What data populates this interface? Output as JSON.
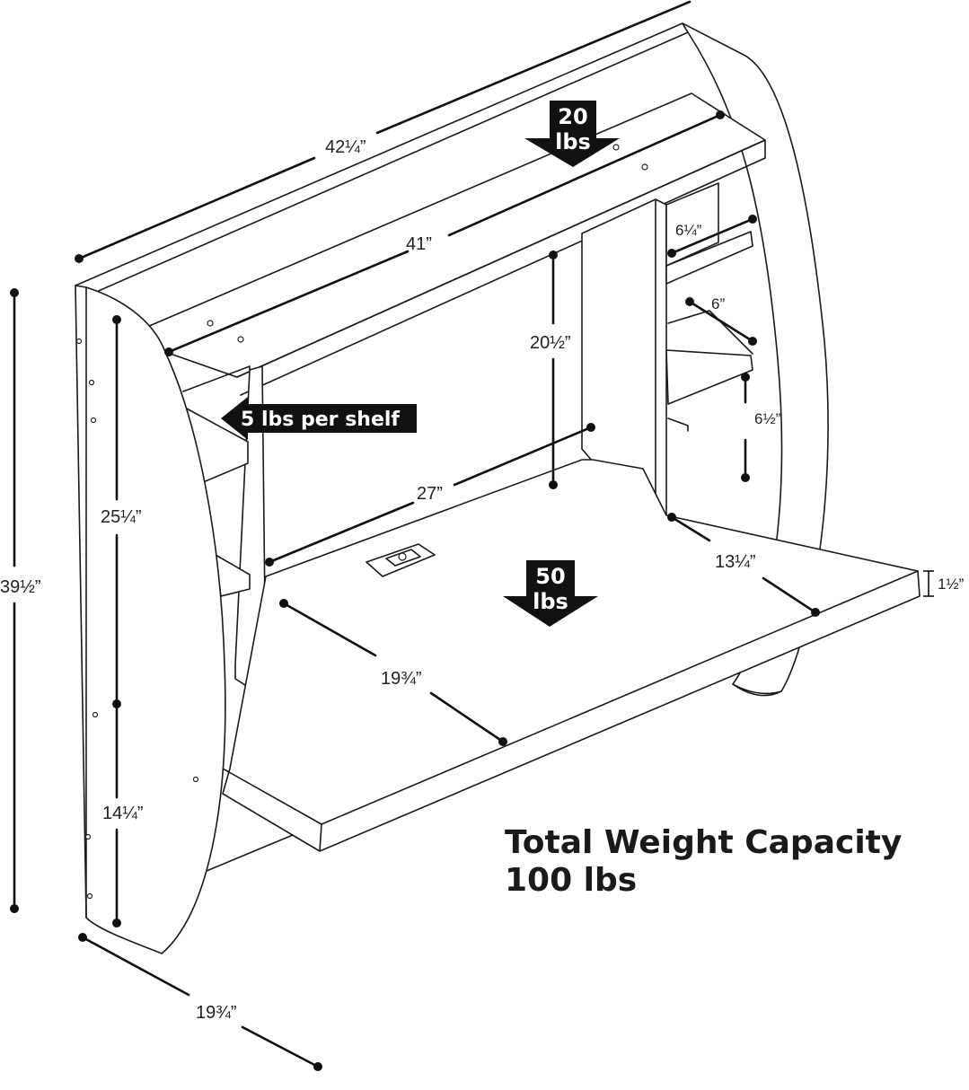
{
  "dimensions": {
    "overall_width": "42¼”",
    "shelf_width": "41”",
    "upper_opening_height": "20½”",
    "small_shelf_depth": "6¼”",
    "small_shelf_depth_b": "6”",
    "small_shelf_height": "6½”",
    "overall_height": "39½”",
    "upper_side_height": "25¼”",
    "lower_side_height": "14¼”",
    "desk_opening_width": "27”",
    "desk_right_depth": "13¼”",
    "desk_thickness": "1½”",
    "desk_depth": "19¾”",
    "overall_depth": "19¾”"
  },
  "loads": {
    "top_shelf": [
      "20",
      "lbs"
    ],
    "side_shelves": "5 lbs per shelf",
    "desk": [
      "50",
      "lbs"
    ]
  },
  "total": {
    "line1": "Total Weight Capacity",
    "line2": "100 lbs"
  }
}
